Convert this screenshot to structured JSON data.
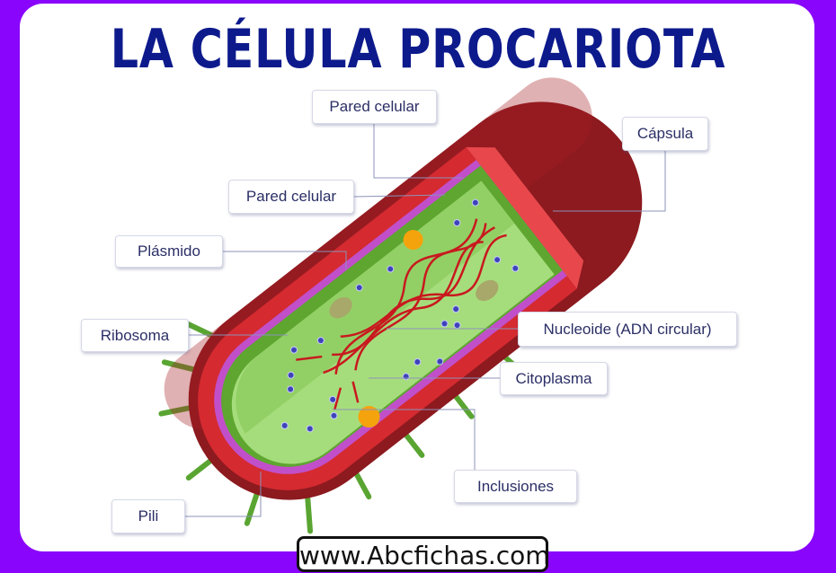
{
  "title": "LA CÉLULA PROCARIOTA",
  "labels": {
    "pared_celular_top": "Pared celular",
    "capsula": "Cápsula",
    "pared_celular": "Pared celular",
    "plasmido": "Plásmido",
    "ribosoma": "Ribosoma",
    "nucleoide": "Nucleoide (ADN circular)",
    "citoplasma": "Citoplasma",
    "inclusiones": "Inclusiones",
    "pili": "Pili"
  },
  "footer_url": "www.Abcfichas.com",
  "colors": {
    "border": "#8a05fb",
    "title": "#0d1a8c",
    "label_text": "#2b2f66",
    "leader": "#8d93b8"
  }
}
